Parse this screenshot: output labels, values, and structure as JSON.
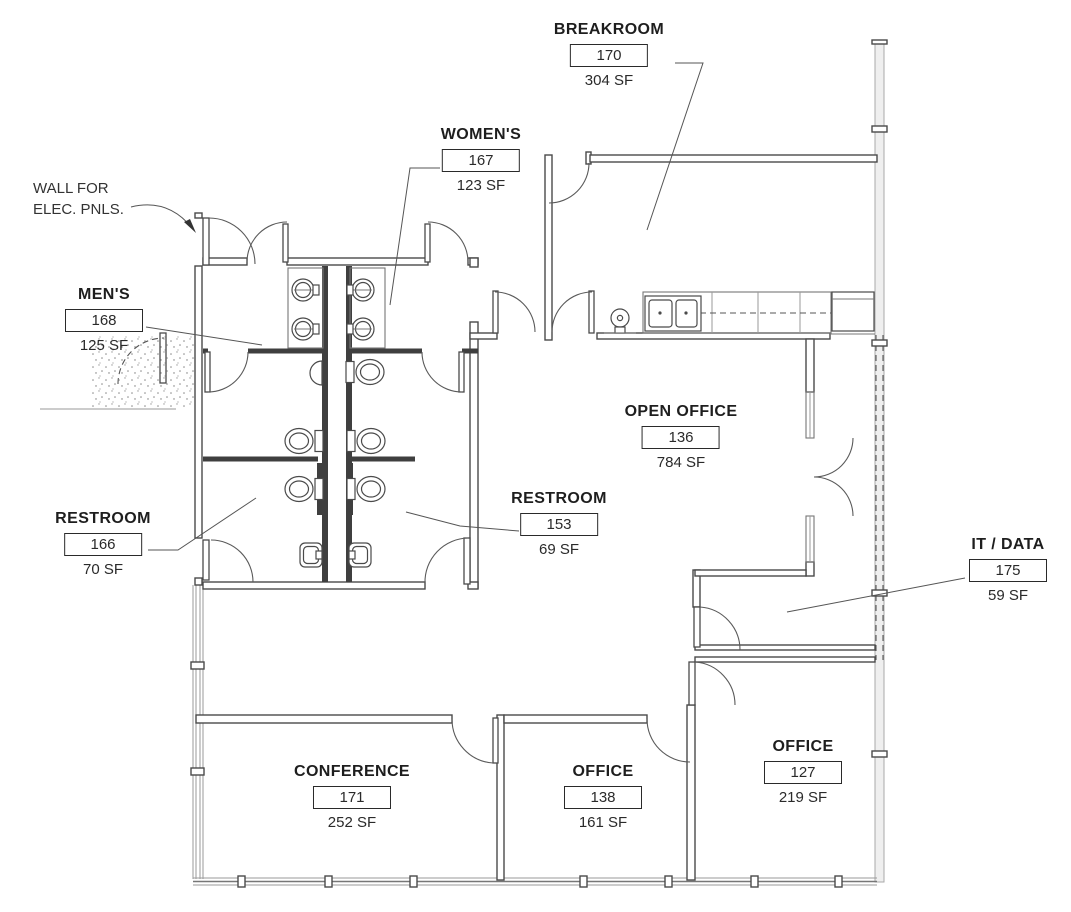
{
  "drawing_title": "Tenant floor plan",
  "colors": {
    "background": "#ffffff",
    "wall_line": "#4a4a4a",
    "text": "#2a2a2a"
  },
  "annotations": {
    "elec_note": {
      "line1": "WALL FOR",
      "line2": "ELEC. PNLS."
    }
  },
  "rooms": [
    {
      "name": "BREAKROOM",
      "number": "170",
      "area": "304 SF"
    },
    {
      "name": "WOMEN'S",
      "number": "167",
      "area": "123 SF"
    },
    {
      "name": "MEN'S",
      "number": "168",
      "area": "125 SF"
    },
    {
      "name": "OPEN OFFICE",
      "number": "136",
      "area": "784 SF"
    },
    {
      "name": "RESTROOM",
      "number": "153",
      "area": "69 SF"
    },
    {
      "name": "RESTROOM",
      "number": "166",
      "area": "70 SF"
    },
    {
      "name": "IT / DATA",
      "number": "175",
      "area": "59 SF"
    },
    {
      "name": "CONFERENCE",
      "number": "171",
      "area": "252 SF"
    },
    {
      "name": "OFFICE",
      "number": "138",
      "area": "161 SF"
    },
    {
      "name": "OFFICE",
      "number": "127",
      "area": "219 SF"
    }
  ]
}
